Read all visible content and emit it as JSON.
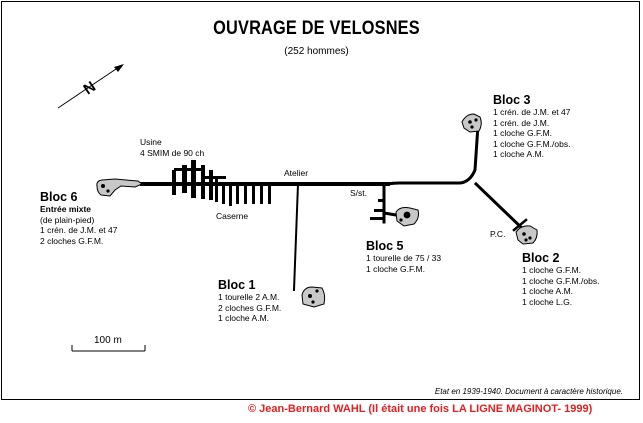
{
  "title": "OUVRAGE DE VELOSNES",
  "subtitle": "(252 hommes)",
  "compass_label": "N",
  "scale_label": "100 m",
  "labels": {
    "usine": [
      "Usine",
      "4 SMIM de 90 ch"
    ],
    "atelier": "Atelier",
    "caserne": "Caserne",
    "sst": "S/st.",
    "pc": "P.C."
  },
  "blocs": {
    "bloc6": {
      "name": "Bloc 6",
      "sub": "Entrée mixte",
      "lines": [
        "(de plain-pied)",
        "1 crén. de J.M. et 47",
        "2 cloches G.F.M."
      ]
    },
    "bloc1": {
      "name": "Bloc 1",
      "lines": [
        "1 tourelle 2 A.M.",
        "2 cloches G.F.M.",
        "1 cloche A.M."
      ]
    },
    "bloc5": {
      "name": "Bloc 5",
      "lines": [
        "1 tourelle de 75 / 33",
        "1 cloche G.F.M."
      ]
    },
    "bloc3": {
      "name": "Bloc 3",
      "lines": [
        "1 crén. de J.M. et 47",
        "1 crén. de J.M.",
        "1 cloche G.F.M.",
        "1 cloche G.F.M./obs.",
        "1 cloche A.M."
      ]
    },
    "bloc2": {
      "name": "Bloc 2",
      "lines": [
        "1 cloche G.F.M.",
        "1 cloche G.F.M./obs.",
        "1 cloche A.M.",
        "1 cloche L.G."
      ]
    }
  },
  "footer_note": "Etat en 1939-1940. Document à caractère historique.",
  "copyright": "© Jean-Bernard WAHL (Il était une fois LA LIGNE MAGINOT- 1999)",
  "colors": {
    "ink": "#000000",
    "block": "#c8c8c8",
    "copyright": "#e41f1f"
  }
}
